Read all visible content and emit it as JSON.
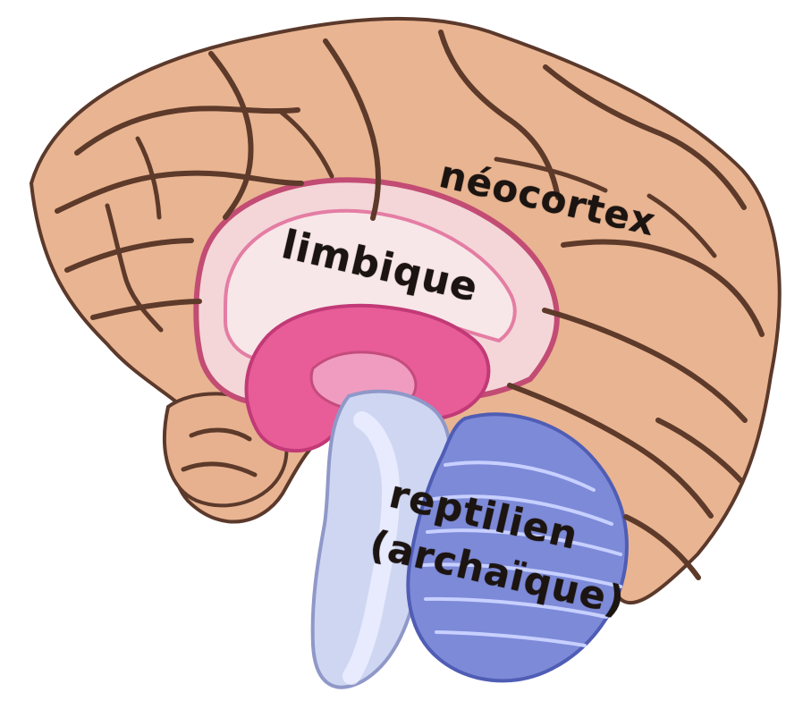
{
  "labels": {
    "neocortex": "néocortex",
    "limbic": "limbique",
    "reptilian_line1": "reptilien",
    "reptilian_line2": "(archaïque)"
  },
  "colors": {
    "cortex": "#e9b491",
    "cortex_fold": "#5d3a2a",
    "limbic_light": "#f4d6d8",
    "limbic_pink": "#e85c97",
    "brainstem": "#cfd6f2",
    "cerebellum": "#7d8ad8",
    "label_text": "#1b1411"
  }
}
